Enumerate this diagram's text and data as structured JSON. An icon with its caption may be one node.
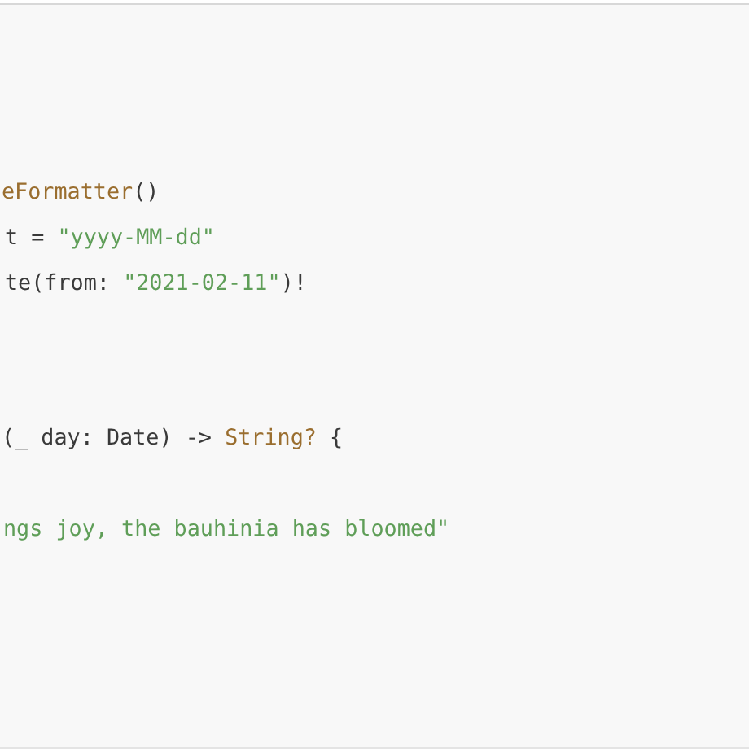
{
  "diagram": {
    "labels": [
      "eFormatter",
      "()",
      "t = ",
      "\"yyyy-MM-dd\"",
      "te(from: ",
      "\"2021-02-11\"",
      ")!",
      "(_ day: Date) -> ",
      "String?",
      " {",
      "ngs joy, the bauhinia has bloomed\""
    ]
  }
}
